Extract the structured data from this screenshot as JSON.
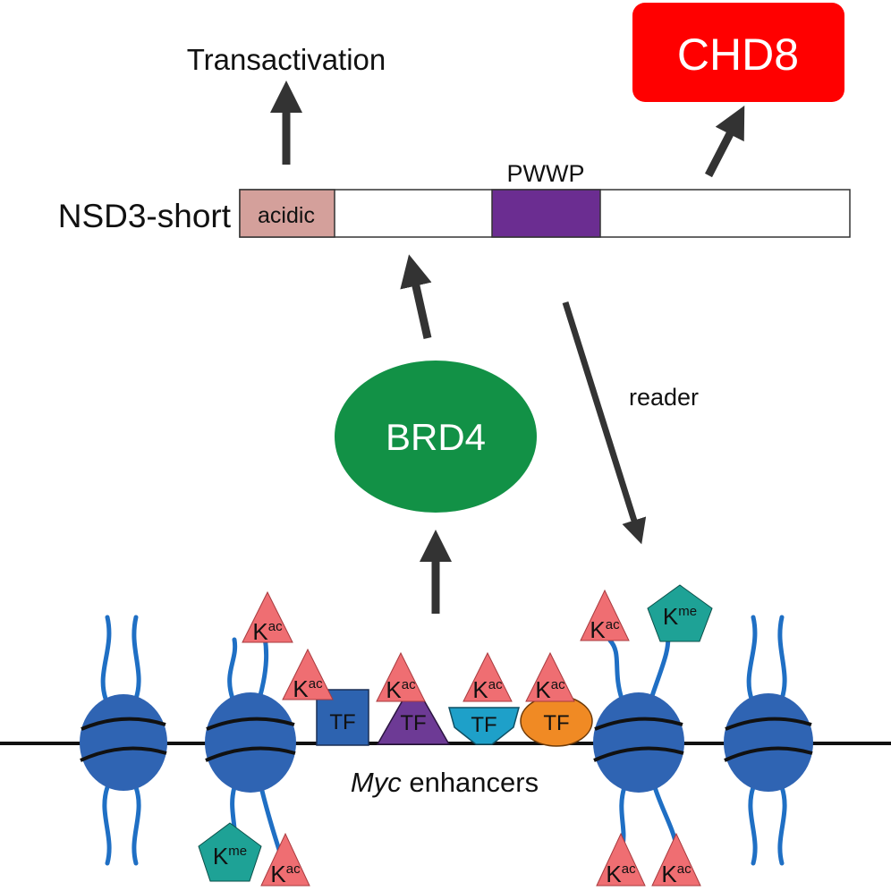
{
  "labels": {
    "transactivation": "Transactivation",
    "chd8": "CHD8",
    "nsd3": "NSD3-short",
    "acidic": "acidic",
    "pwwp": "PWWP",
    "brd4": "BRD4",
    "reader": "reader",
    "enhancer_gene": "Myc",
    "enhancer_rest": " enhancers"
  },
  "marks": {
    "k": "K",
    "ac": "ac",
    "me": "me",
    "tf": "TF"
  },
  "colors": {
    "chd8": "#ff0000",
    "acidic": "#d4a09b",
    "pwwp": "#6b2d91",
    "brd4": "#129146",
    "nucleosome": "#2f64b3",
    "histone_tail": "#1f6fc4",
    "kac": "#ef6e72",
    "kme": "#1ea296",
    "tf_square": "#2d63b0",
    "tf_triangle": "#6d3a95",
    "tf_pentagon": "#1ea0c9",
    "tf_oval": "#f08a24",
    "arrow": "#333333"
  }
}
